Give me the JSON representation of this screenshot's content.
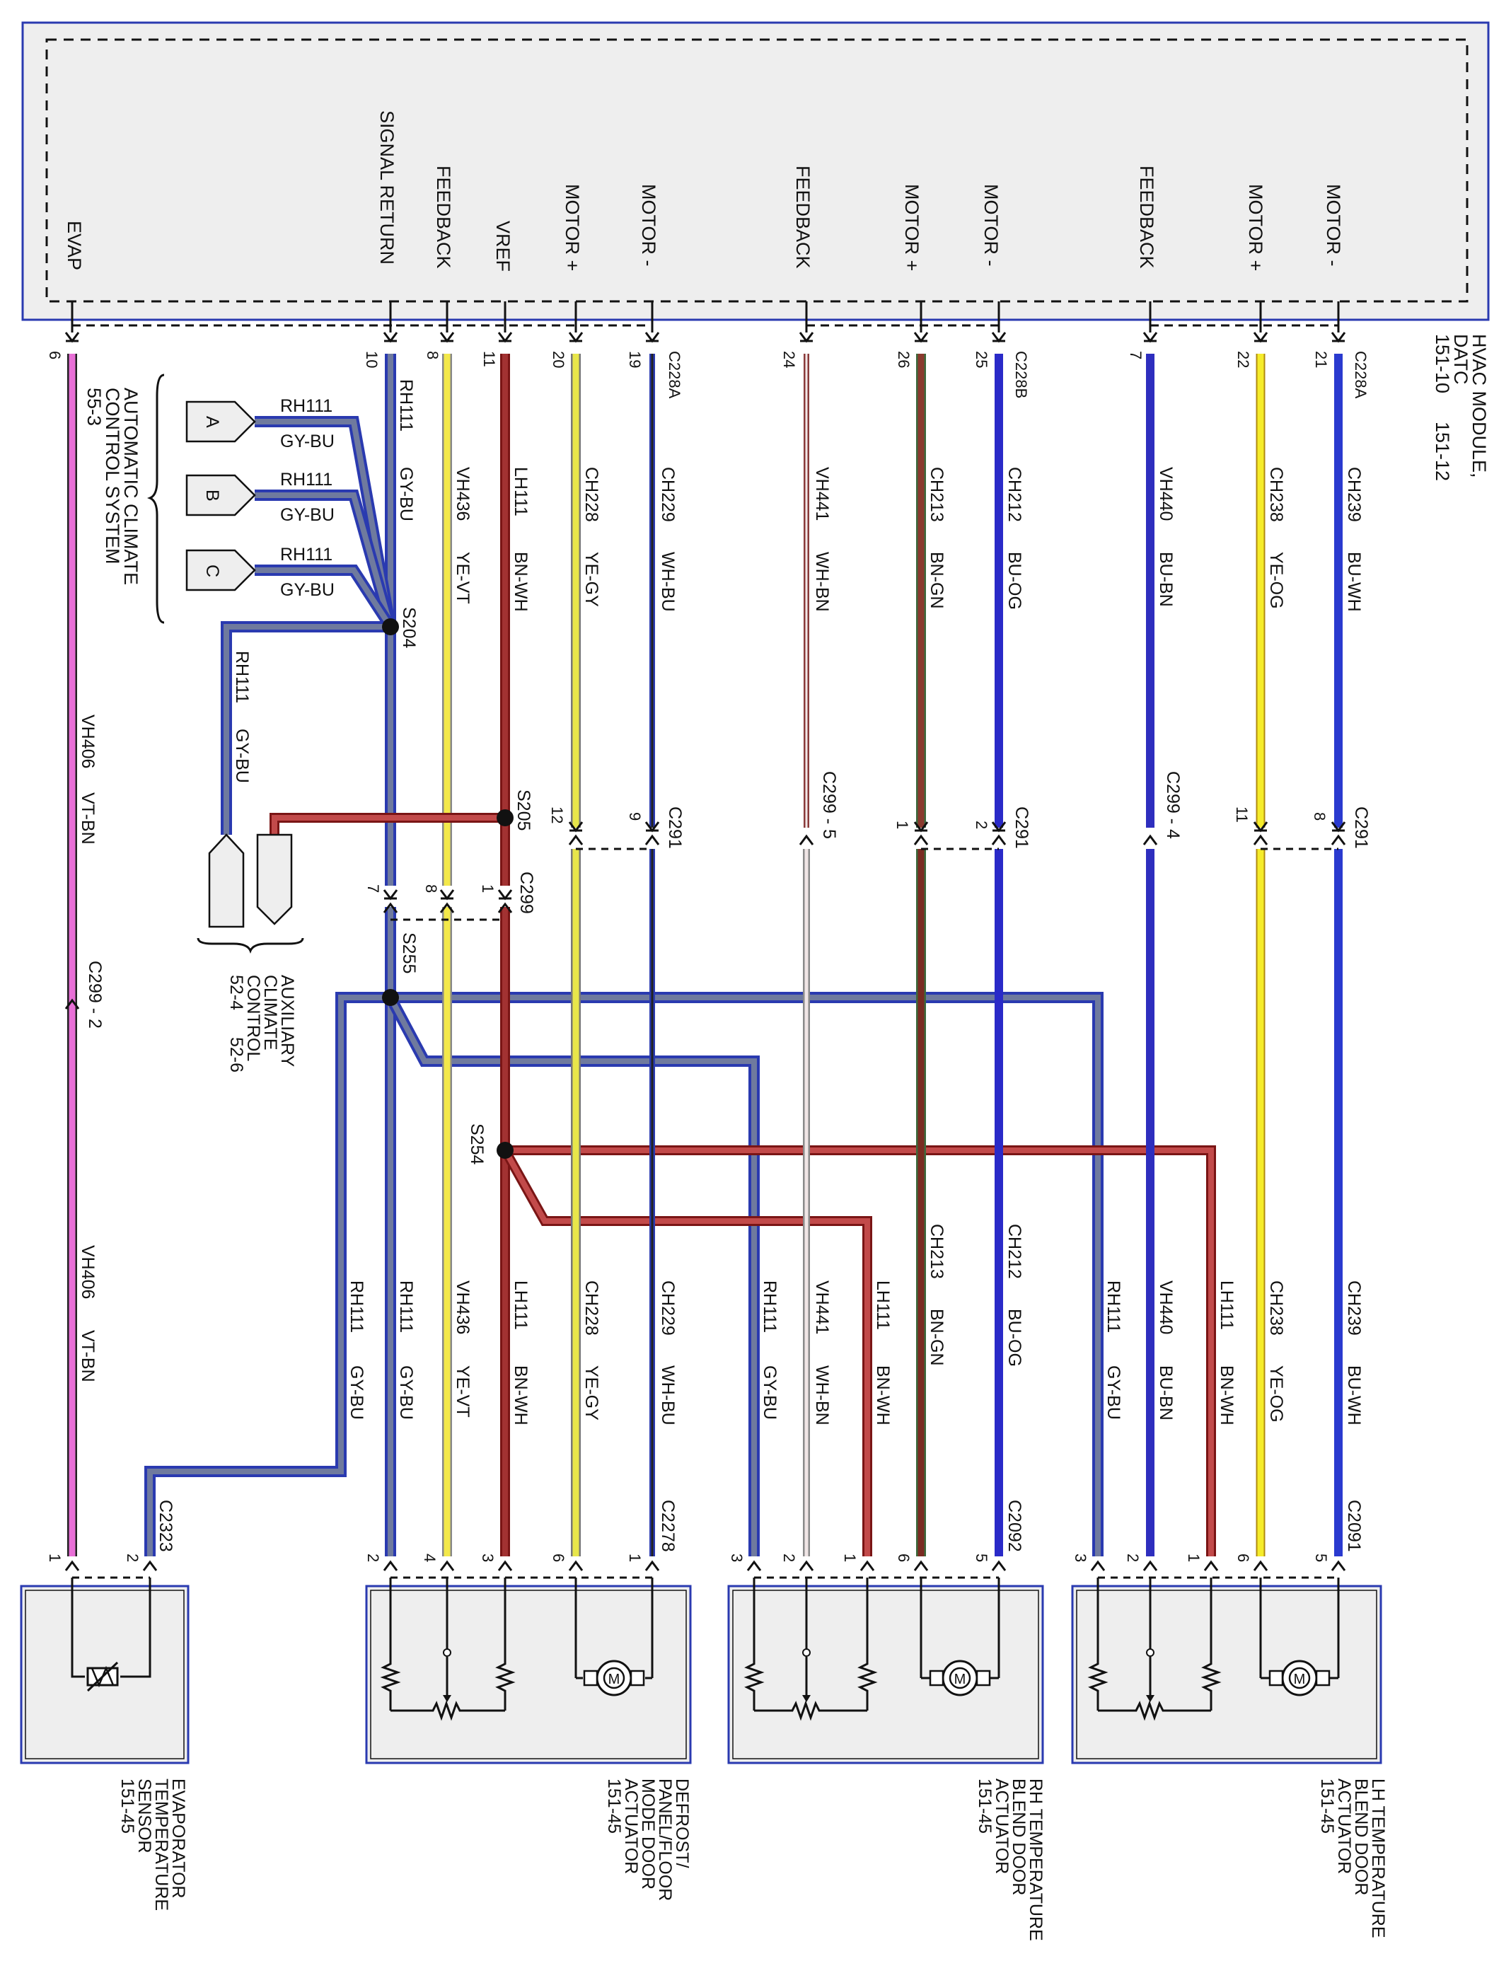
{
  "hvac_module": {
    "title_lines": [
      "HVAC MODULE,",
      "DATC"
    ],
    "refs": [
      "151-10",
      "151-12"
    ],
    "pins": [
      {
        "pin": "6",
        "label": "EVAP"
      },
      {
        "pin": "10",
        "label": "SIGNAL RETURN"
      },
      {
        "pin": "8",
        "label": "FEEDBACK"
      },
      {
        "pin": "11",
        "label": "VREF"
      },
      {
        "pin": "20",
        "label": "MOTOR +"
      },
      {
        "pin": "19",
        "label": "MOTOR -"
      },
      {
        "pin": "24",
        "label": "FEEDBACK"
      },
      {
        "pin": "26",
        "label": "MOTOR +"
      },
      {
        "pin": "25",
        "label": "MOTOR -"
      },
      {
        "pin": "7",
        "label": "FEEDBACK"
      },
      {
        "pin": "22",
        "label": "MOTOR +"
      },
      {
        "pin": "21",
        "label": "MOTOR -"
      }
    ]
  },
  "connectors": {
    "c228a": "C228A",
    "c228b": "C228B",
    "c228a_2": "C228A",
    "c291_1": "C291",
    "c291_2": "C291",
    "c291_3": "C291",
    "c299_top": "C299",
    "c299_5": "C299 - 5",
    "c299_4": "C299 - 4",
    "c299_2": "C299 - 2",
    "c2323": "C2323",
    "c2278": "C2278",
    "c2092": "C2092",
    "c2091": "C2091"
  },
  "splices": {
    "s204": "S204",
    "s205": "S205",
    "s255": "S255",
    "s254": "S254"
  },
  "wires": [
    {
      "circuit": "VH406",
      "color": "VT-BN"
    },
    {
      "circuit": "RH111",
      "color": "GY-BU"
    },
    {
      "circuit": "VH436",
      "color": "YE-VT"
    },
    {
      "circuit": "LH111",
      "color": "BN-WH"
    },
    {
      "circuit": "CH228",
      "color": "YE-GY"
    },
    {
      "circuit": "CH229",
      "color": "WH-BU"
    },
    {
      "circuit": "VH441",
      "color": "WH-BN"
    },
    {
      "circuit": "CH213",
      "color": "BN-GN"
    },
    {
      "circuit": "CH212",
      "color": "BU-OG"
    },
    {
      "circuit": "VH440",
      "color": "BU-BN"
    },
    {
      "circuit": "CH238",
      "color": "YE-OG"
    },
    {
      "circuit": "CH239",
      "color": "BU-WH"
    }
  ],
  "wire_colors_hex": {
    "VT-BN": "#e86fd6",
    "GY-BU": "#6f7a9e",
    "YE-VT": "#f3e84a",
    "BN-WH": "#a23232",
    "YE-GY": "#e8e64a",
    "WH-BU": "#d8d8ee",
    "WH-BN": "#ead9d9",
    "BN-GN": "#8a3a2e",
    "BU-OG": "#2a2ac8",
    "BU-BN": "#2e2ebe",
    "YE-OG": "#f5ec2a",
    "BU-WH": "#2a3acf"
  },
  "auto_climate": {
    "lines": [
      "AUTOMATIC CLIMATE",
      "CONTROL SYSTEM",
      "55-3"
    ],
    "tabs": [
      "A",
      "B",
      "C"
    ]
  },
  "aux_climate": {
    "lines": [
      "AUXILIARY",
      "CLIMATE",
      "CONTROL"
    ],
    "refs": [
      "52-4",
      "52-6"
    ]
  },
  "components": [
    {
      "lines": [
        "EVAPORATOR",
        "TEMPERATURE",
        "SENSOR",
        "151-45"
      ]
    },
    {
      "lines": [
        "DEFROST/",
        "PANEL/FLOOR",
        "MODE DOOR",
        "ACTUATOR",
        "151-45"
      ]
    },
    {
      "lines": [
        "RH TEMPERATURE",
        "BLEND DOOR",
        "ACTUATOR",
        "151-45"
      ]
    },
    {
      "lines": [
        "LH TEMPERATURE",
        "BLEND DOOR",
        "ACTUATOR",
        "151-45"
      ]
    }
  ],
  "pin_numbers": {
    "c299": [
      "7",
      "8",
      "1"
    ],
    "c291_1": [
      "12",
      "9"
    ],
    "c291_2": [
      "1",
      "2"
    ],
    "c291_3": [
      "11",
      "8"
    ],
    "evap_sensor": [
      "1",
      "2"
    ],
    "mode_door": [
      "2",
      "4",
      "3",
      "6",
      "1"
    ],
    "rh_blend": [
      "3",
      "2",
      "1",
      "6",
      "5"
    ],
    "lh_blend": [
      "3",
      "2",
      "1",
      "6",
      "5"
    ]
  }
}
